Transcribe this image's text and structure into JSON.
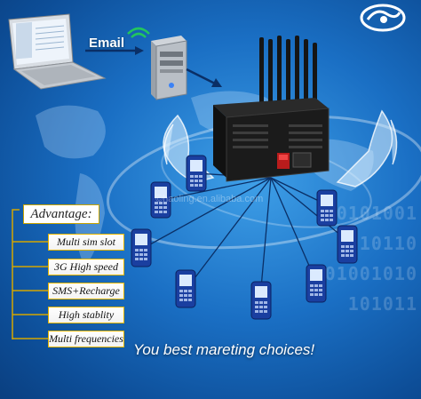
{
  "email_label": "Email",
  "advantage_title": "Advantage:",
  "features": [
    "Multi sim slot",
    "3G High speed",
    "SMS+Recharge",
    "High stablity",
    "Multi frequencies"
  ],
  "slogan": "You best mareting choices!",
  "watermark": "©haoling.en.alibaba.com",
  "binary_lines": [
    "0101001",
    "1010110",
    "01001010",
    "101011"
  ],
  "colors": {
    "background": "#1a6fc4",
    "feature_border": "#e2b400",
    "modem_body": "#1b1b1b",
    "phone_body": "#1a3fa0"
  }
}
